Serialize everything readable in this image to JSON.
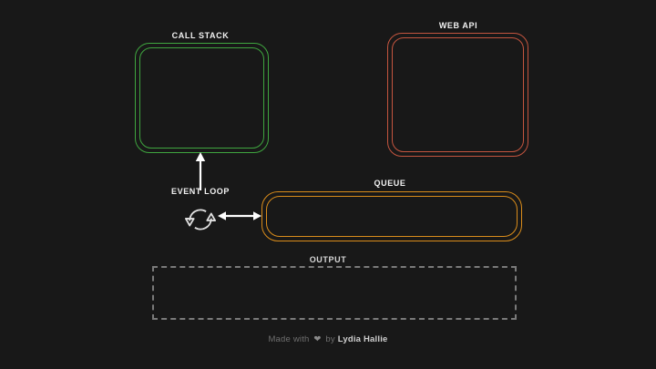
{
  "background_color": "#181818",
  "sections": {
    "call_stack": {
      "label": "CALL STACK",
      "color": "#3fa53f",
      "items": []
    },
    "web_api": {
      "label": "WEB API",
      "color": "#c4553f",
      "items": []
    },
    "queue": {
      "label": "QUEUE",
      "color": "#d98c1b",
      "items": []
    },
    "output": {
      "label": "OUTPUT",
      "color": "#7a7a7a",
      "items": []
    },
    "event_loop": {
      "label": "EVENT LOOP",
      "icon": "circular-arrows-icon",
      "color": "#d8d8d8",
      "arrow_up": "arrow-up-icon",
      "arrow_left_right": "arrow-left-right-icon"
    }
  },
  "footer": {
    "prefix": "Made with",
    "heart": "❤",
    "middle": "by",
    "author": "Lydia Hallie"
  }
}
